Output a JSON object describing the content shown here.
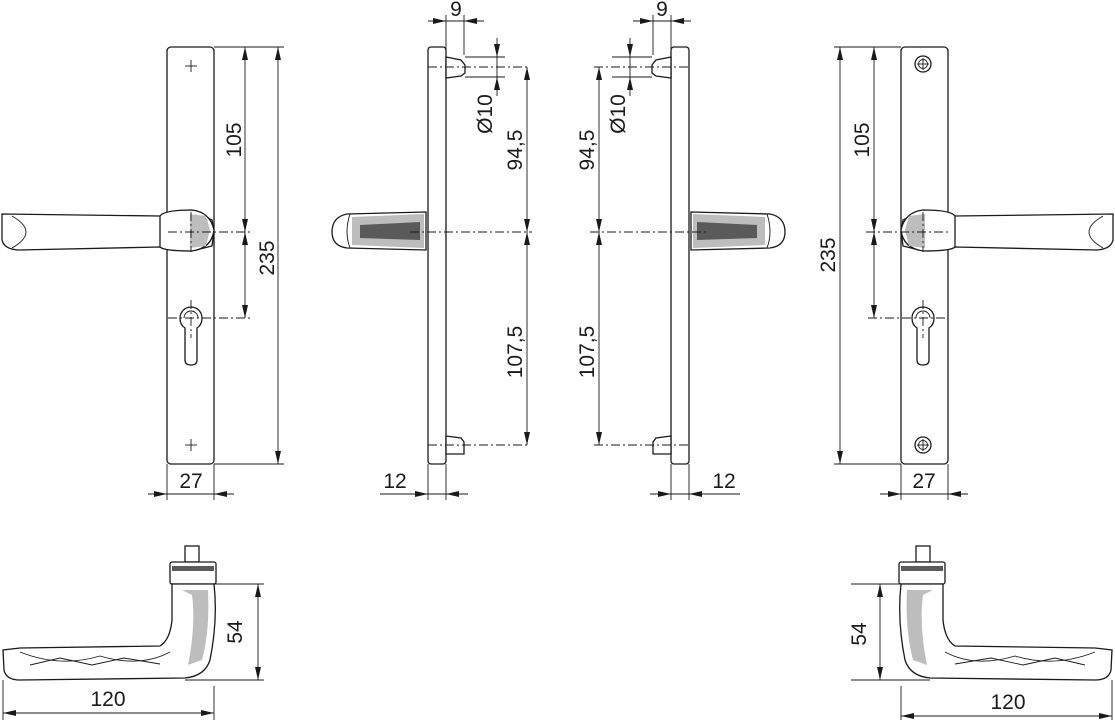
{
  "drawing": {
    "front_left": {
      "width": "27",
      "hole_to_handle": "105",
      "total_height": "235"
    },
    "side_left": {
      "pin_offset": "9",
      "pin_diameter": "Ø10",
      "upper_height": "94,5",
      "lower_height": "107,5",
      "thickness": "12"
    },
    "side_right": {
      "pin_offset": "9",
      "pin_diameter": "Ø10",
      "upper_height": "94,5",
      "lower_height": "107,5",
      "thickness": "12"
    },
    "front_right": {
      "width": "27",
      "hole_to_handle": "105",
      "total_height": "235"
    },
    "lever_left": {
      "height": "54",
      "length": "120"
    },
    "lever_right": {
      "height": "54",
      "length": "120"
    }
  }
}
